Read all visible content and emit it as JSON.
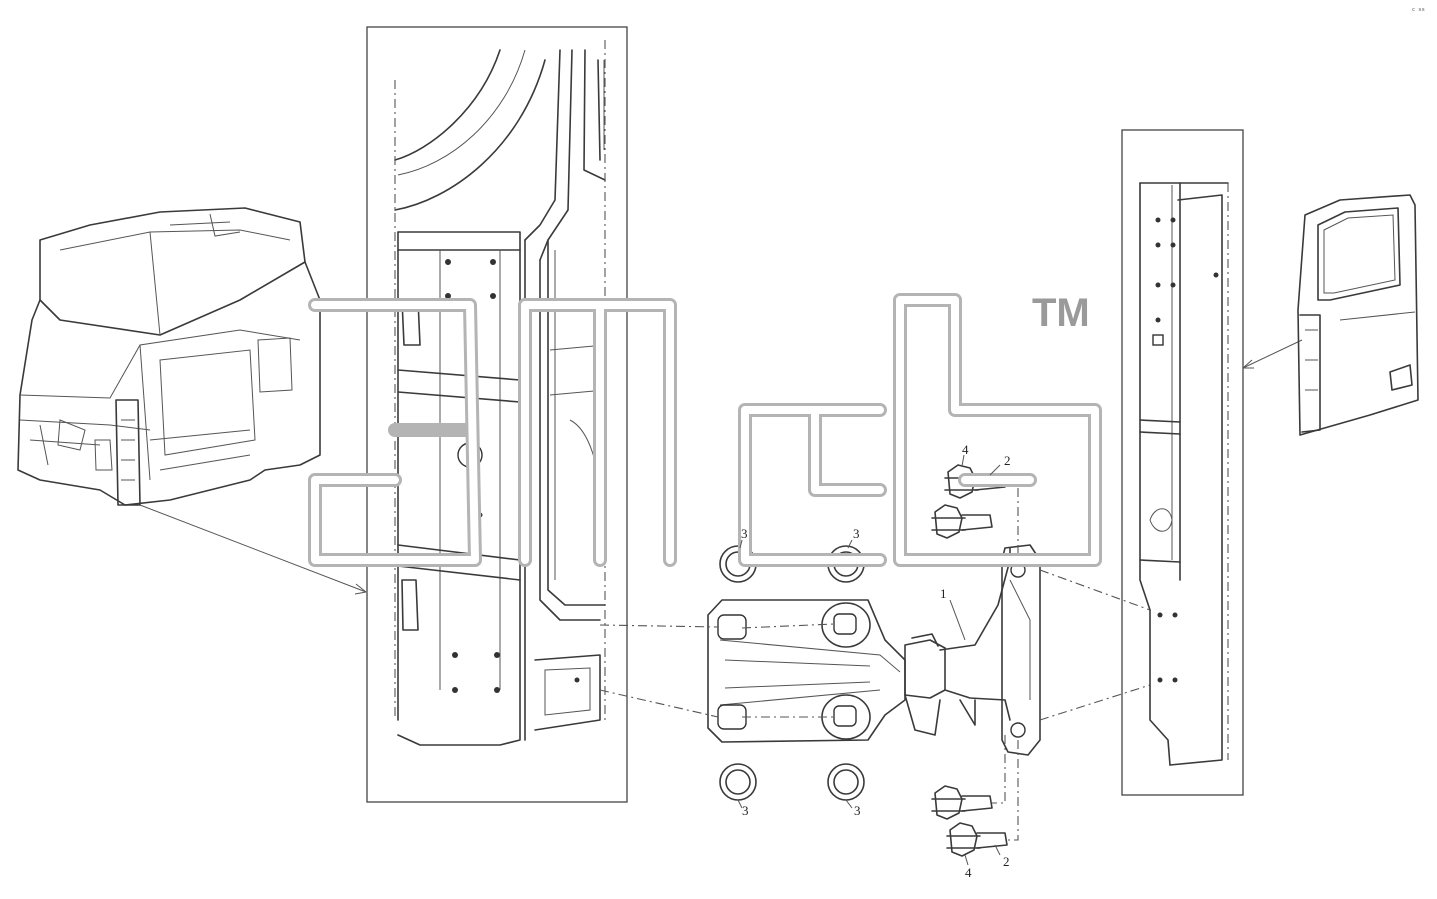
{
  "watermark": {
    "trademark": "TM"
  },
  "callouts": {
    "c1": "1",
    "c2_top": "2",
    "c2_bottom": "2",
    "c3_tl": "3",
    "c3_tr": "3",
    "c3_bl": "3",
    "c3_br": "3",
    "c4_top": "4",
    "c4_bottom": "4"
  },
  "corner_mark": "ᶜ ˢˢ",
  "colors": {
    "line": "#3a3a3a",
    "watermark": "#b4b4b4",
    "background": "#ffffff"
  }
}
